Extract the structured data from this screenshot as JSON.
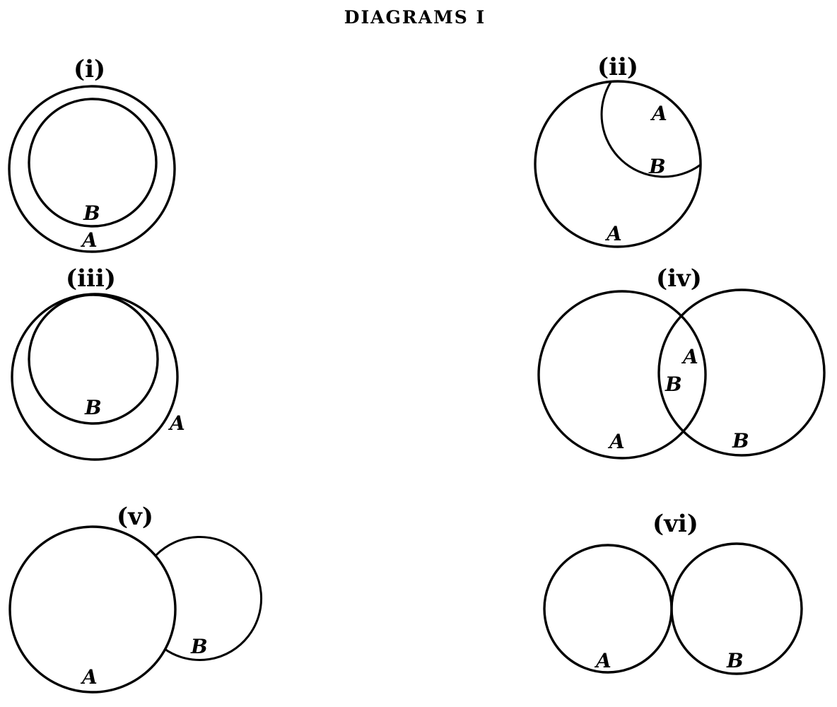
{
  "title": "DIAGRAMS I",
  "diagrams": [
    {
      "label": "(i)",
      "sets": [
        "B",
        "A"
      ]
    },
    {
      "label": "(ii)",
      "sets": [
        "A",
        "B",
        "A"
      ]
    },
    {
      "label": "(iii)",
      "sets": [
        "B",
        "A"
      ]
    },
    {
      "label": "(iv)",
      "sets": [
        "A",
        "B",
        "A",
        "B"
      ]
    },
    {
      "label": "(v)",
      "sets": [
        "B",
        "A"
      ]
    },
    {
      "label": "(vi)",
      "sets": [
        "A",
        "B"
      ]
    }
  ]
}
